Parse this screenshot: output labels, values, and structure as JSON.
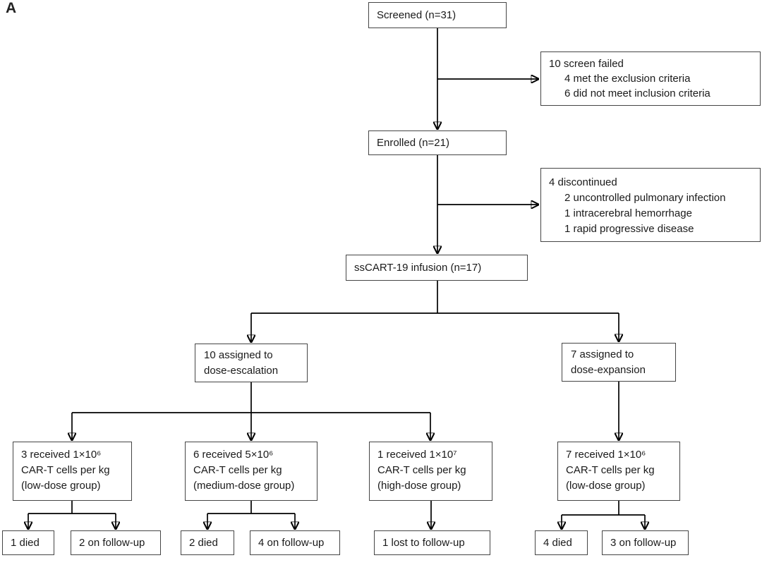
{
  "figure": {
    "panel_label": "A",
    "type": "consort-flow-diagram"
  },
  "colors": {
    "box_border": "#454545",
    "connector": "#000000",
    "text": "#1a1a1a",
    "background": "#ffffff"
  },
  "nodes": {
    "screened": {
      "label": "Screened (n=31)"
    },
    "screen_failed": {
      "title": "10 screen failed",
      "items": [
        "4 met the exclusion criteria",
        "6 did not meet inclusion criteria"
      ]
    },
    "enrolled": {
      "label": "Enrolled (n=21)"
    },
    "discontinued": {
      "title": "4 discontinued",
      "items": [
        "2 uncontrolled pulmonary infection",
        "1 intracerebral hemorrhage",
        "1 rapid progressive disease"
      ]
    },
    "infusion": {
      "label": "ssCART-19 infusion (n=17)"
    },
    "dose_escalation": {
      "lines": [
        "10 assigned to",
        "dose-escalation"
      ]
    },
    "dose_expansion": {
      "lines": [
        "7 assigned to",
        "dose-expansion"
      ]
    },
    "low_dose": {
      "lines": [
        "3 received 1×10⁶",
        "CAR-T cells per kg",
        "(low-dose group)"
      ]
    },
    "medium_dose": {
      "lines": [
        "6 received 5×10⁶",
        "CAR-T cells per kg",
        "(medium-dose group)"
      ]
    },
    "high_dose": {
      "lines": [
        "1 received 1×10⁷",
        "CAR-T cells per kg",
        "(high-dose group)"
      ]
    },
    "expansion_low_dose": {
      "lines": [
        "7 received 1×10⁶",
        "CAR-T cells per kg",
        "(low-dose group)"
      ]
    },
    "low_died": {
      "label": "1 died"
    },
    "low_followup": {
      "label": "2 on follow-up"
    },
    "medium_died": {
      "label": "2 died"
    },
    "medium_followup": {
      "label": "4 on follow-up"
    },
    "high_lost": {
      "label": "1 lost to follow-up"
    },
    "expansion_died": {
      "label": "4 died"
    },
    "expansion_followup": {
      "label": "3 on follow-up"
    }
  }
}
